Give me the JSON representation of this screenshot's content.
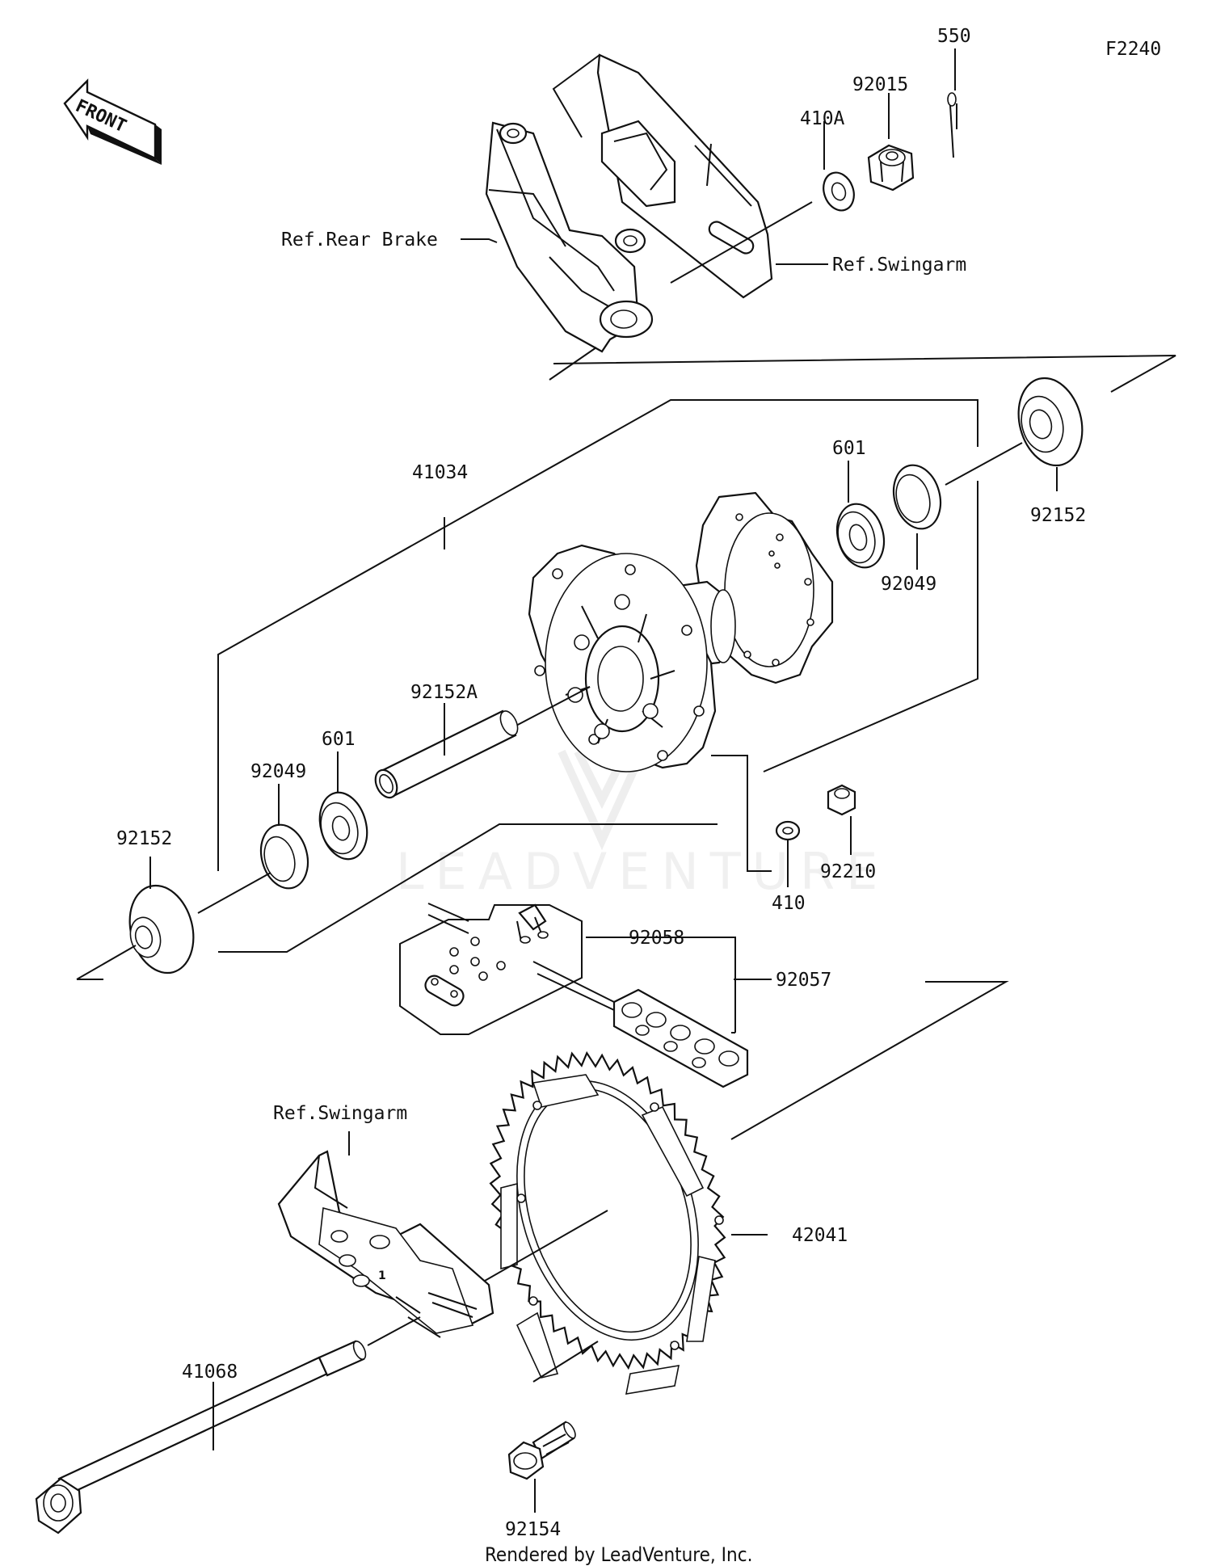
{
  "figure_code": "F2240",
  "front_arrow_text": "FRONT",
  "watermark": "LEADVENTURE",
  "footer": "Rendered by LeadVenture, Inc.",
  "callouts": {
    "c550": "550",
    "c92015": "92015",
    "c410A": "410A",
    "ref_rear_brake": "Ref.Rear Brake",
    "ref_swingarm_top": "Ref.Swingarm",
    "c41034": "41034",
    "c601_right": "601",
    "c92152_right": "92152",
    "c92049_right": "92049",
    "c92152A": "92152A",
    "c601_left": "601",
    "c92049_left": "92049",
    "c92152_left": "92152",
    "c92210": "92210",
    "c410": "410",
    "c92058": "92058",
    "c92057": "92057",
    "ref_swingarm_bottom": "Ref.Swingarm",
    "c42041": "42041",
    "c41068": "41068",
    "c92154": "92154"
  }
}
